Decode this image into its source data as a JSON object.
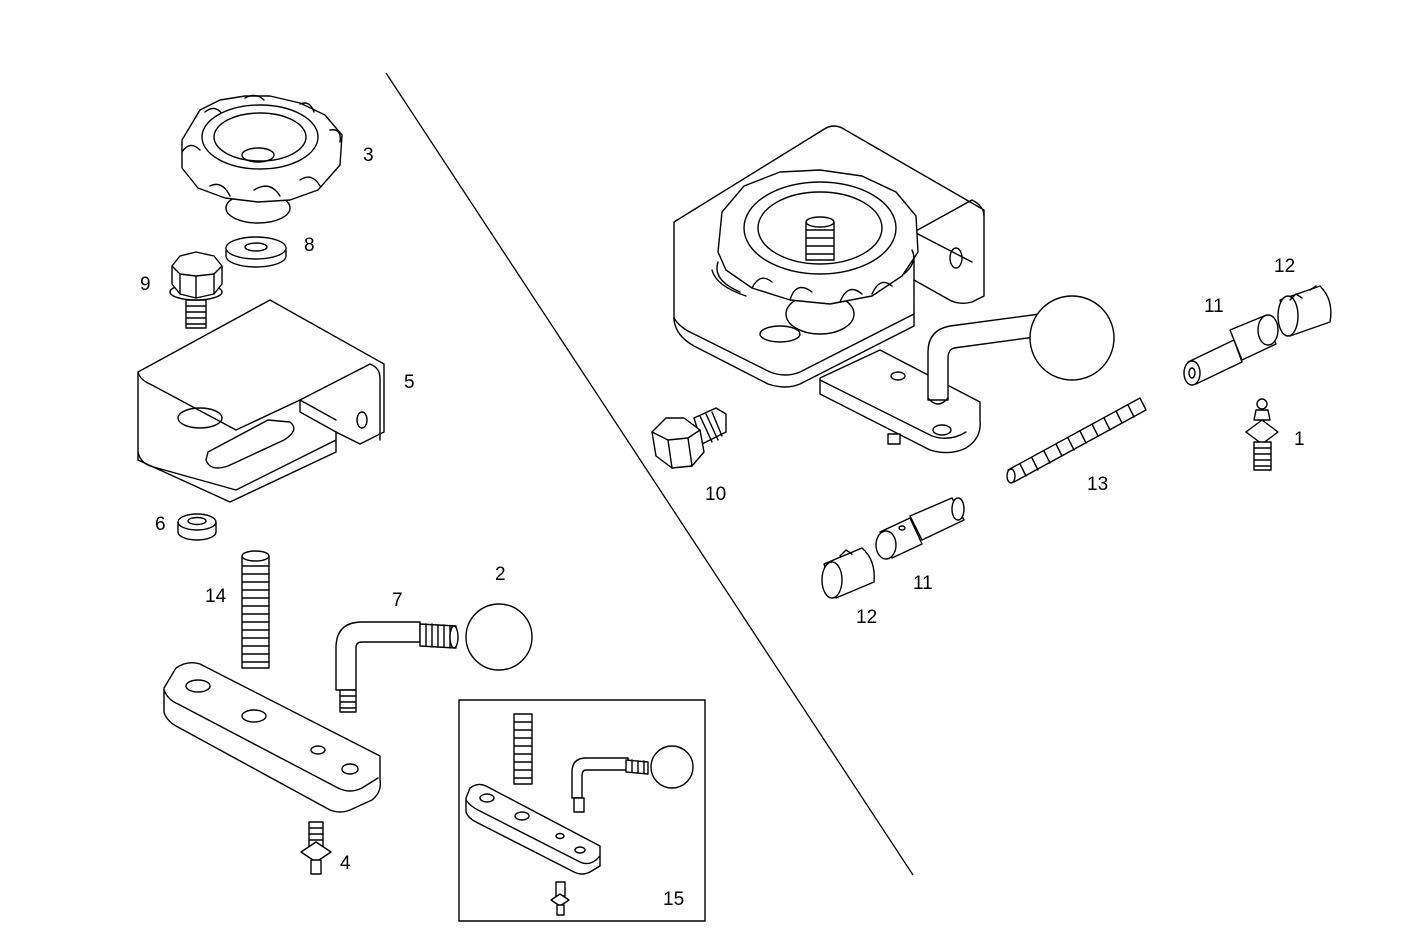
{
  "callouts": {
    "c1": "1",
    "c2": "2",
    "c3": "3",
    "c4": "4",
    "c5": "5",
    "c6": "6",
    "c7": "7",
    "c8": "8",
    "c9": "9",
    "c10": "10",
    "c11a": "11",
    "c11b": "11",
    "c12a": "12",
    "c12b": "12",
    "c13": "13",
    "c14": "14",
    "c15": "15"
  }
}
